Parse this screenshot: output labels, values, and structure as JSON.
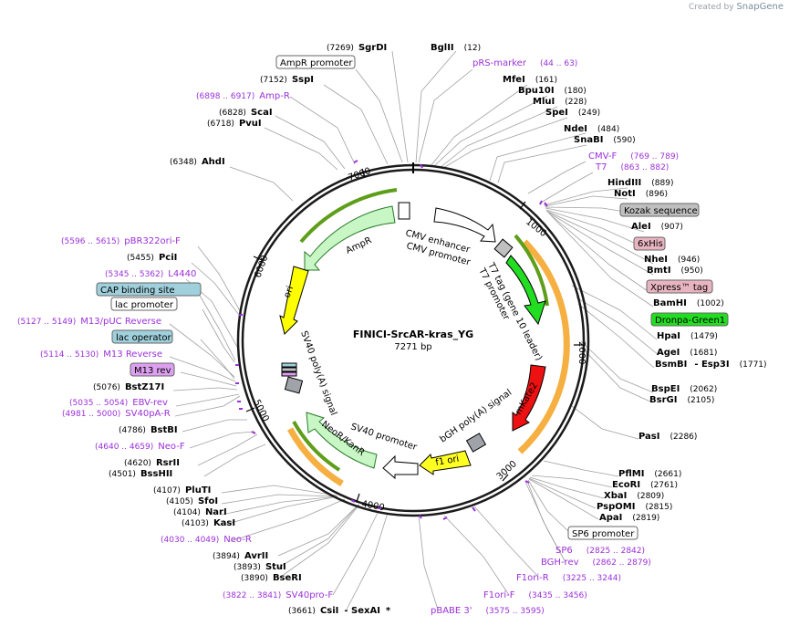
{
  "watermark": {
    "prefix": "Created by",
    "brand": "SnapGene"
  },
  "plasmid": {
    "name": "FINICI-SrcAR-kras_YG",
    "length": "7271 bp"
  },
  "ticks": [
    "1000",
    "2000",
    "3000",
    "4000",
    "5000",
    "6000",
    "7000"
  ],
  "labels": {
    "l0": {
      "pos": "(7269)",
      "name": "SgrDI"
    },
    "l1": {
      "name": "BglII",
      "pos": "(12)"
    },
    "l2": {
      "name": "AmpR promoter"
    },
    "l3": {
      "name": "pRS-marker",
      "pos": "(44 .. 63)"
    },
    "l4": {
      "pos": "(7152)",
      "name": "SspI"
    },
    "l5": {
      "name": "MfeI",
      "pos": "(161)"
    },
    "l6": {
      "name": "Bpu10I",
      "pos": "(180)"
    },
    "l7": {
      "pos": "(6898 .. 6917)",
      "name": "Amp-R"
    },
    "l8": {
      "name": "MluI",
      "pos": "(228)"
    },
    "l9": {
      "pos": "(6828)",
      "name": "ScaI"
    },
    "l10": {
      "name": "SpeI",
      "pos": "(249)"
    },
    "l11": {
      "pos": "(6718)",
      "name": "PvuI"
    },
    "l12": {
      "name": "NdeI",
      "pos": "(484)"
    },
    "l13": {
      "name": "SnaBI",
      "pos": "(590)"
    },
    "l14": {
      "pos": "(6348)",
      "name": "AhdI"
    },
    "l15": {
      "name": "CMV-F",
      "pos": "(769 .. 789)"
    },
    "l16": {
      "name": "T7",
      "pos": "(863 .. 882)"
    },
    "l17": {
      "name": "HindIII",
      "pos": "(889)"
    },
    "l18": {
      "name": "NotI",
      "pos": "(896)"
    },
    "l19": {
      "name": "Kozak sequence"
    },
    "l20": {
      "name": "AleI",
      "pos": "(907)"
    },
    "l21": {
      "pos": "(5596 .. 5615)",
      "name": "pBR322ori-F"
    },
    "l22": {
      "name": "6xHis"
    },
    "l23": {
      "pos": "(5455)",
      "name": "PciI"
    },
    "l24": {
      "name": "NheI",
      "pos": "(946)"
    },
    "l25": {
      "name": "BmtI",
      "pos": "(950)"
    },
    "l26": {
      "pos": "(5345 .. 5362)",
      "name": "L4440"
    },
    "l27": {
      "name": "Xpress™ tag"
    },
    "l28": {
      "name": "CAP binding site"
    },
    "l29": {
      "name": "BamHI",
      "pos": "(1002)"
    },
    "l30": {
      "name": "lac promoter"
    },
    "l31": {
      "name": "Dronpa-Green1"
    },
    "l32": {
      "pos": "(5127 .. 5149)",
      "name": "M13/pUC Reverse"
    },
    "l33": {
      "name": "HpaI",
      "pos": "(1479)"
    },
    "l34": {
      "name": "lac operator"
    },
    "l35": {
      "name": "AgeI",
      "pos": "(1681)"
    },
    "l36": {
      "pos": "(5114 .. 5130)",
      "name": "M13 Reverse"
    },
    "l37": {
      "name": "BsmBI",
      "sep": "- Esp3I",
      "pos": "(1771)"
    },
    "l38": {
      "name": "M13 rev"
    },
    "l39": {
      "pos": "(5076)",
      "name": "BstZ17I"
    },
    "l40": {
      "name": "BspEI",
      "pos": "(2062)"
    },
    "l41": {
      "name": "BsrGI",
      "pos": "(2105)"
    },
    "l42": {
      "pos": "(5035 .. 5054)",
      "name": "EBV-rev"
    },
    "l43": {
      "pos": "(4981 .. 5000)",
      "name": "SV40pA-R"
    },
    "l44": {
      "pos": "(4786)",
      "name": "BstBI"
    },
    "l45": {
      "name": "PasI",
      "pos": "(2286)"
    },
    "l46": {
      "pos": "(4640 .. 4659)",
      "name": "Neo-F"
    },
    "l47": {
      "pos": "(4620)",
      "name": "RsrII"
    },
    "l48": {
      "pos": "(4501)",
      "name": "BssHII"
    },
    "l49": {
      "name": "PflMI",
      "pos": "(2661)"
    },
    "l50": {
      "name": "EcoRI",
      "pos": "(2761)"
    },
    "l51": {
      "pos": "(4107)",
      "name": "PluTI"
    },
    "l52": {
      "name": "XbaI",
      "pos": "(2809)"
    },
    "l53": {
      "pos": "(4105)",
      "name": "SfoI"
    },
    "l54": {
      "name": "PspOMI",
      "pos": "(2815)"
    },
    "l55": {
      "pos": "(4104)",
      "name": "NarI"
    },
    "l56": {
      "name": "ApaI",
      "pos": "(2819)"
    },
    "l57": {
      "pos": "(4103)",
      "name": "KasI"
    },
    "l58": {
      "name": "SP6 promoter"
    },
    "l59": {
      "pos": "(4030 .. 4049)",
      "name": "Neo-R"
    },
    "l60": {
      "name": "SP6",
      "pos": "(2825 .. 2842)"
    },
    "l61": {
      "name": "BGH-rev",
      "pos": "(2862 .. 2879)"
    },
    "l62": {
      "pos": "(3894)",
      "name": "AvrII"
    },
    "l63": {
      "pos": "(3893)",
      "name": "StuI"
    },
    "l64": {
      "name": "F1ori-R",
      "pos": "(3225 .. 3244)"
    },
    "l65": {
      "pos": "(3890)",
      "name": "BseRI"
    },
    "l66": {
      "pos": "(3822 .. 3841)",
      "name": "SV40pro-F"
    },
    "l67": {
      "name": "F1ori-F",
      "pos": "(3435 .. 3456)"
    },
    "l68": {
      "pos": "(3661)",
      "name": "CsiI",
      "sep": "- SexAI",
      "star": "*"
    },
    "l69": {
      "name": "pBABE 3'",
      "pos": "(3575 .. 3595)"
    }
  },
  "features": {
    "cmv_enhancer": "CMV enhancer",
    "cmv_promoter": "CMV promoter",
    "t7_tag": "T7 tag (gene 10 leader)",
    "t7_promoter": "T7 promoter",
    "mkate2": "mKate2",
    "bgh_polya": "bGH poly(A) signal",
    "f1_ori": "f1 ori",
    "sv40_promoter": "SV40 promoter",
    "neor_kanr": "NeoR/KanR",
    "sv40_polya": "SV40 poly(A) signal",
    "ori": "ori",
    "ampr": "AmpR"
  },
  "colors": {
    "ring": "#1a1a1a",
    "primer": "#9b30d9",
    "ampr": "#c8f7c5",
    "ori": "#ffff00",
    "dronpa": "#22dd22",
    "mkate2": "#ee1111",
    "f1_ori": "#ffff22",
    "neor": "#c8f7c5",
    "orange_band": "#f5b041",
    "green_band": "#5e9e1a",
    "kozak_box": "#c0c0c0",
    "his_box": "#e8b4c0",
    "cap_box": "#9fd0dc",
    "m13rev_box": "#dda0f0"
  }
}
